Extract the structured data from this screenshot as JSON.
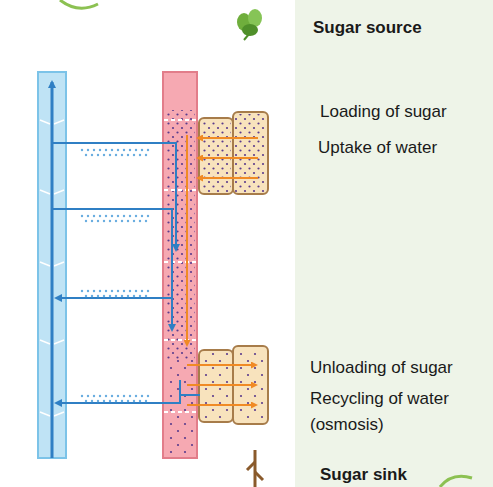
{
  "diagram": {
    "labels": [
      "Sugar source",
      "Loading of sugar",
      "Uptake of water",
      "Unloading of sugar",
      "Recycling of water (osmosis)",
      "Sugar sink"
    ]
  }
}
